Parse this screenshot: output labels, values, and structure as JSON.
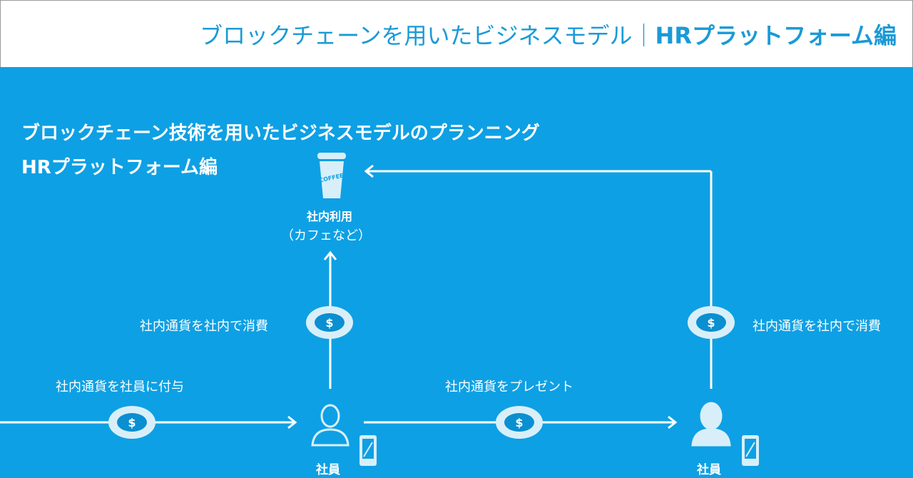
{
  "header": {
    "title_main": "ブロックチェーンを用いたビジネスモデル｜",
    "title_bold": "HRプラットフォーム編"
  },
  "heading": {
    "line1": "ブロックチェーン技術を用いたビジネスモデルのプランニング",
    "line2": "HRプラットフォーム編"
  },
  "nodes": {
    "cafe_label": "社内利用",
    "cafe_sub": "（カフェなど）",
    "cup_text": "COFFEE",
    "employee1": "社員",
    "employee2": "社員"
  },
  "flows": {
    "grant": "社内通貨を社員に付与",
    "spend_left": "社内通貨を社内で消費",
    "present": "社内通貨をプレゼント",
    "spend_right": "社内通貨を社内で消費"
  },
  "coin_symbol": "$",
  "colors": {
    "background": "#0ea0e4",
    "header_text": "#1a9ad6",
    "icon": "#d8eff9"
  }
}
